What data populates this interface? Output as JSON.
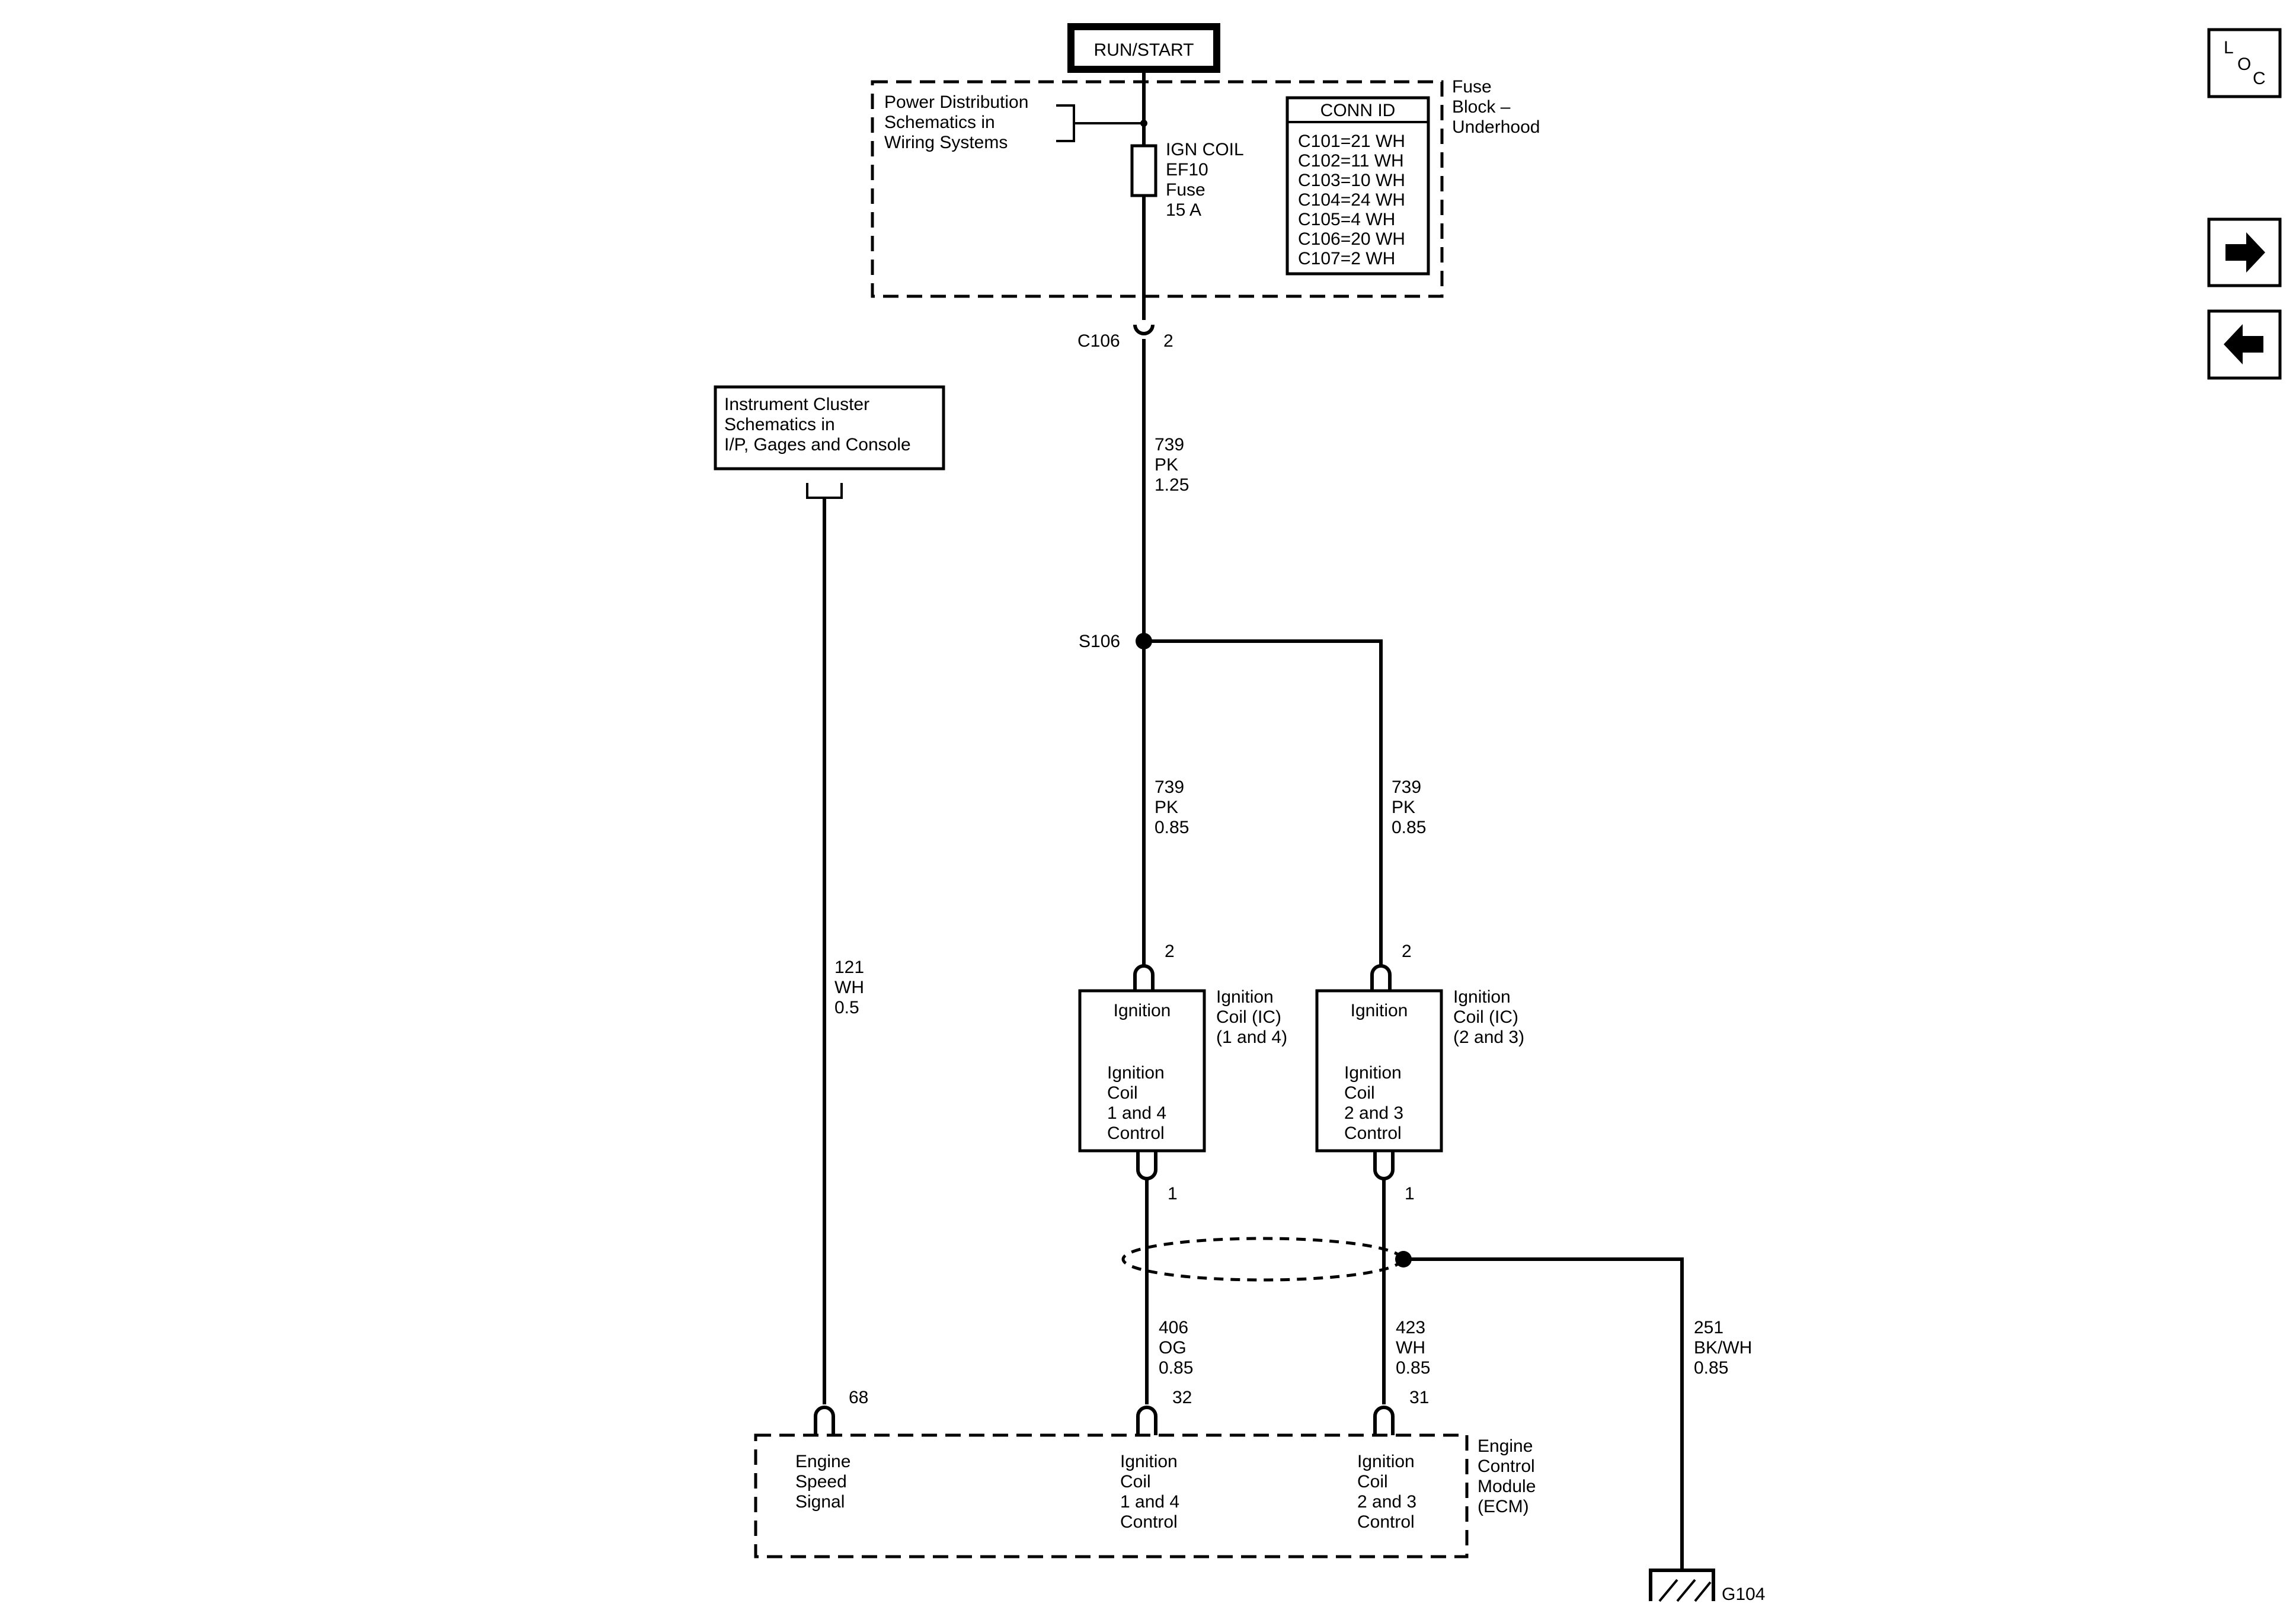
{
  "power_source": "RUN/START",
  "fuse_block": {
    "name_lines": [
      "Fuse",
      "Block –",
      "Underhood"
    ],
    "ref_lines": [
      "Power Distribution",
      "Schematics in",
      "Wiring Systems"
    ],
    "fuse_lines": [
      "IGN COIL",
      "EF10",
      "Fuse",
      "15 A"
    ],
    "conn_title": "CONN ID",
    "conn_rows": [
      "C101=21 WH",
      "C102=11 WH",
      "C103=10 WH",
      "C104=24 WH",
      "C105=4 WH",
      "C106=20 WH",
      "C107=2 WH"
    ]
  },
  "connector_c106": {
    "name": "C106",
    "pin": "2"
  },
  "wire_main": [
    "739",
    "PK",
    "1.25"
  ],
  "splice": "S106",
  "wire_left": [
    "739",
    "PK",
    "0.85"
  ],
  "wire_right": [
    "739",
    "PK",
    "0.85"
  ],
  "cluster_ref": [
    "Instrument Cluster",
    "Schematics in",
    "I/P, Gages and Console"
  ],
  "wire_speed": [
    "121",
    "WH",
    "0.5"
  ],
  "coil_1_4": {
    "pin_top": "2",
    "pin_bottom": "1",
    "inner_top": "Ignition",
    "inner_lines": [
      "Ignition",
      "Coil",
      "1 and 4",
      "Control"
    ],
    "name_lines": [
      "Ignition",
      "Coil (IC)",
      "(1 and 4)"
    ]
  },
  "coil_2_3": {
    "pin_top": "2",
    "pin_bottom": "1",
    "inner_top": "Ignition",
    "inner_lines": [
      "Ignition",
      "Coil",
      "2 and 3",
      "Control"
    ],
    "name_lines": [
      "Ignition",
      "Coil (IC)",
      "(2 and 3)"
    ]
  },
  "wire_406": [
    "406",
    "OG",
    "0.85"
  ],
  "wire_423": [
    "423",
    "WH",
    "0.85"
  ],
  "wire_251": [
    "251",
    "BK/WH",
    "0.85"
  ],
  "ecm": {
    "name_lines": [
      "Engine",
      "Control",
      "Module",
      "(ECM)"
    ],
    "pin_68": "68",
    "pin_32": "32",
    "pin_31": "31",
    "sig_speed": [
      "Engine",
      "Speed",
      "Signal"
    ],
    "sig_1_4": [
      "Ignition",
      "Coil",
      "1 and 4",
      "Control"
    ],
    "sig_2_3": [
      "Ignition",
      "Coil",
      "2 and 3",
      "Control"
    ]
  },
  "ground": "G104",
  "nav": {
    "loc_letters": [
      "L",
      "O",
      "C"
    ],
    "next_icon": "arrow-right-icon",
    "prev_icon": "arrow-left-icon"
  }
}
